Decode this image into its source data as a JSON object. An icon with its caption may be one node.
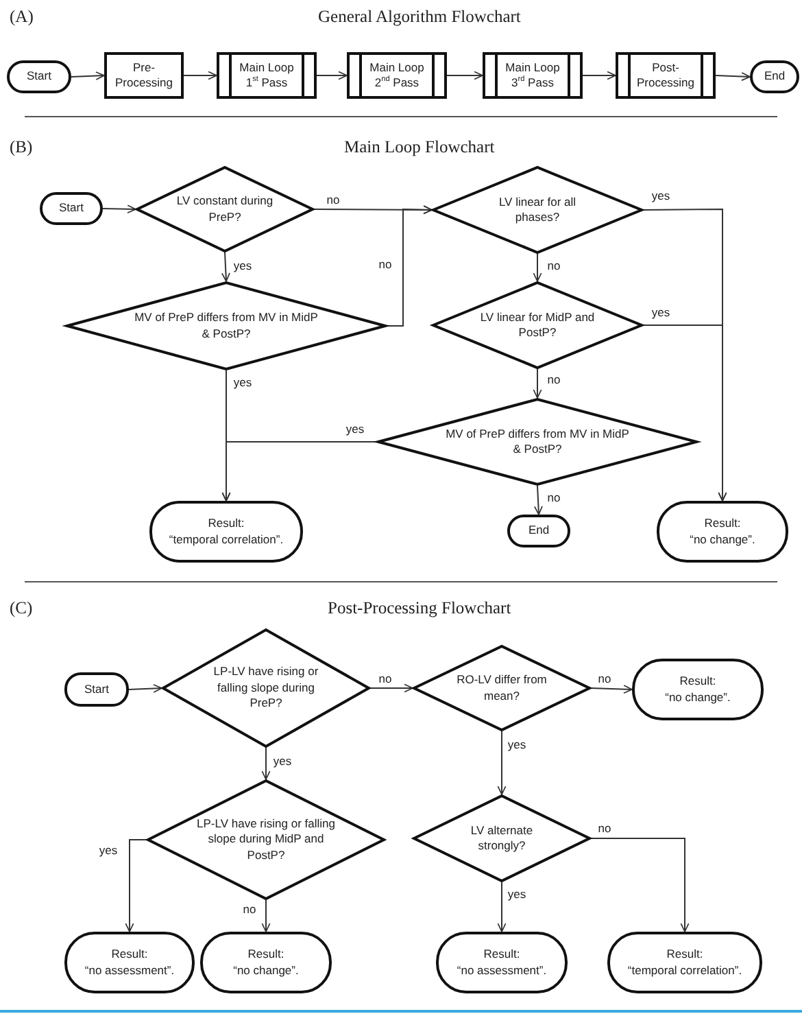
{
  "diagram": {
    "nodes": [
      {
        "text": [
          "Start"
        ]
      },
      {
        "text": [
          "Pre-Processing"
        ]
      },
      {
        "text": [
          "Main Loop 1$^{st}$ Pass"
        ]
      },
      {
        "text": [
          "Main Loop 2$^{nd}$ Pass"
        ]
      },
      {
        "text": [
          "Main Loop 3$^{rd}$ Pass"
        ]
      },
      {
        "text": [
          "Post-Processing"
        ]
      },
      {
        "text": [
          "End"
        ]
      },
      {
        "text": [
          "Start"
        ]
      },
      {
        "text": [
          "LV constant during PreP?"
        ]
      },
      {
        "text": [
          "MV of PreP differs from MV in MidP & PostP?"
        ]
      },
      {
        "text": [
          "LV linear for all phases?"
        ]
      },
      {
        "text": [
          "LV linear for MidP and PostP?"
        ]
      },
      {
        "text": [
          "MV of PreP differs from MV in MidP & PostP?"
        ]
      },
      {
        "text": [
          "Result:",
          "“temporal correlation”."
        ]
      },
      {
        "text": [
          "End"
        ]
      },
      {
        "text": [
          "Result:",
          "“no change”."
        ]
      },
      {
        "text": [
          "Start"
        ]
      },
      {
        "text": [
          "LP-LV have rising or falling slope during PreP?"
        ]
      },
      {
        "text": [
          "RO-LV differ from mean?"
        ]
      },
      {
        "text": [
          "Result:",
          "“no change”."
        ]
      },
      {
        "text": [
          "LP-LV have rising or falling slope during MidP and PostP?"
        ]
      },
      {
        "text": [
          "LV alternate strongly?"
        ]
      },
      {
        "text": [
          "Result:",
          "“no assessment”."
        ]
      },
      {
        "text": [
          "Result:",
          "“no change”."
        ]
      },
      {
        "text": [
          "Result:",
          "“no assessment”."
        ]
      },
      {
        "text": [
          "Result:",
          "“temporal correlation”."
        ]
      }
    ],
    "edges": [
      {
        "from": 0,
        "to": 1,
        "arrow": "to"
      },
      {
        "from": 1,
        "to": 2,
        "arrow": "to"
      },
      {
        "from": 2,
        "to": 3,
        "arrow": "to"
      },
      {
        "from": 3,
        "to": 4,
        "arrow": "to"
      },
      {
        "from": 4,
        "to": 5,
        "arrow": "to"
      },
      {
        "from": 5,
        "to": 6,
        "arrow": "to"
      },
      {
        "from": 7,
        "to": 8,
        "arrow": "to"
      },
      {
        "from": 8,
        "to": 10,
        "arrow": "to",
        "label": "no"
      },
      {
        "from": 8,
        "to": 9,
        "arrow": "to",
        "label": "yes"
      },
      {
        "from": 9,
        "to": 10,
        "arrow": "to",
        "label": "no"
      },
      {
        "from": 9,
        "to": 13,
        "arrow": "to",
        "label": "yes"
      },
      {
        "from": 10,
        "to": 15,
        "arrow": "to",
        "label": "yes"
      },
      {
        "from": 10,
        "to": 11,
        "arrow": "to",
        "label": "no"
      },
      {
        "from": 11,
        "to": 15,
        "arrow": "to",
        "label": "yes"
      },
      {
        "from": 11,
        "to": 12,
        "arrow": "to",
        "label": "no"
      },
      {
        "from": 12,
        "to": 13,
        "arrow": "to",
        "label": "yes"
      },
      {
        "from": 12,
        "to": 14,
        "arrow": "to",
        "label": "no"
      },
      {
        "from": 16,
        "to": 17,
        "arrow": "to"
      },
      {
        "from": 17,
        "to": 18,
        "arrow": "to",
        "label": "no"
      },
      {
        "from": 18,
        "to": 19,
        "arrow": "to",
        "label": "no"
      },
      {
        "from": 17,
        "to": 20,
        "arrow": "to",
        "label": "yes"
      },
      {
        "from": 18,
        "to": 21,
        "arrow": "to",
        "label": "yes"
      },
      {
        "from": 20,
        "to": 22,
        "arrow": "to",
        "label": "yes"
      },
      {
        "from": 20,
        "to": 23,
        "arrow": "to",
        "label": "no"
      },
      {
        "from": 21,
        "to": 24,
        "arrow": "to",
        "label": "yes"
      },
      {
        "from": 21,
        "to": 25,
        "arrow": "to",
        "label": "no"
      }
    ],
    "labels": [
      "(A)",
      "General Algorithm Flowchart",
      "(B)",
      "Main Loop Flowchart",
      "(C)",
      "Post-Processing Flowchart"
    ]
  }
}
